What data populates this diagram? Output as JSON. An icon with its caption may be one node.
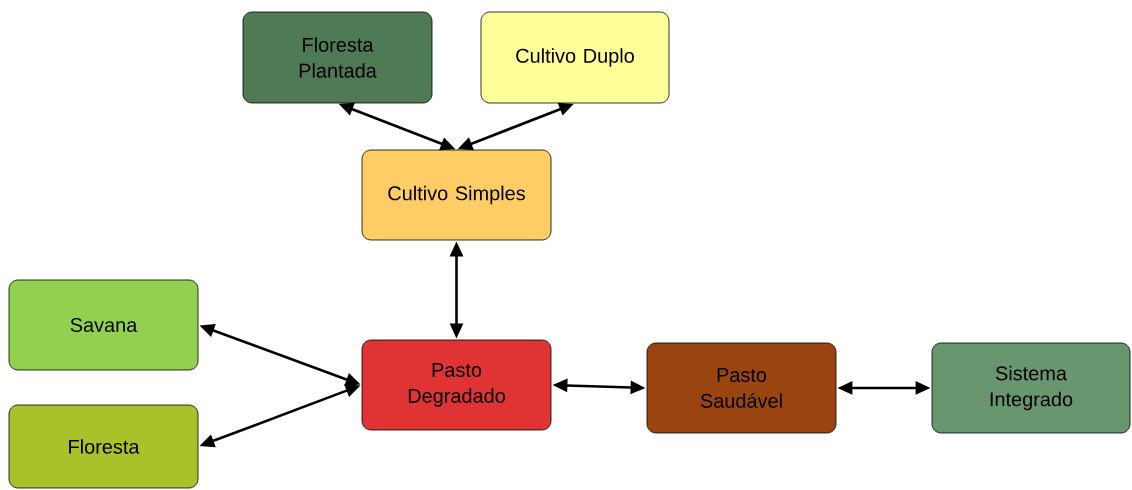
{
  "diagram": {
    "nodes": [
      {
        "text": [
          "Floresta Plantada"
        ]
      },
      {
        "text": [
          "Cultivo Duplo"
        ]
      },
      {
        "text": [
          "Cultivo Simples"
        ]
      },
      {
        "text": [
          "Savana"
        ]
      },
      {
        "text": [
          "Floresta"
        ]
      },
      {
        "text": [
          "Pasto Degradado"
        ]
      },
      {
        "text": [
          "Pasto Saudável"
        ]
      },
      {
        "text": [
          "Sistema Integrado"
        ]
      }
    ],
    "edges": [
      {
        "from": 2,
        "to": 0,
        "arrow": "both"
      },
      {
        "from": 2,
        "to": 1,
        "arrow": "both"
      },
      {
        "from": 2,
        "to": 5,
        "arrow": "both"
      },
      {
        "from": 5,
        "to": 3,
        "arrow": "both"
      },
      {
        "from": 5,
        "to": 4,
        "arrow": "both"
      },
      {
        "from": 5,
        "to": 6,
        "arrow": "both"
      },
      {
        "from": 6,
        "to": 7,
        "arrow": "both"
      }
    ]
  }
}
